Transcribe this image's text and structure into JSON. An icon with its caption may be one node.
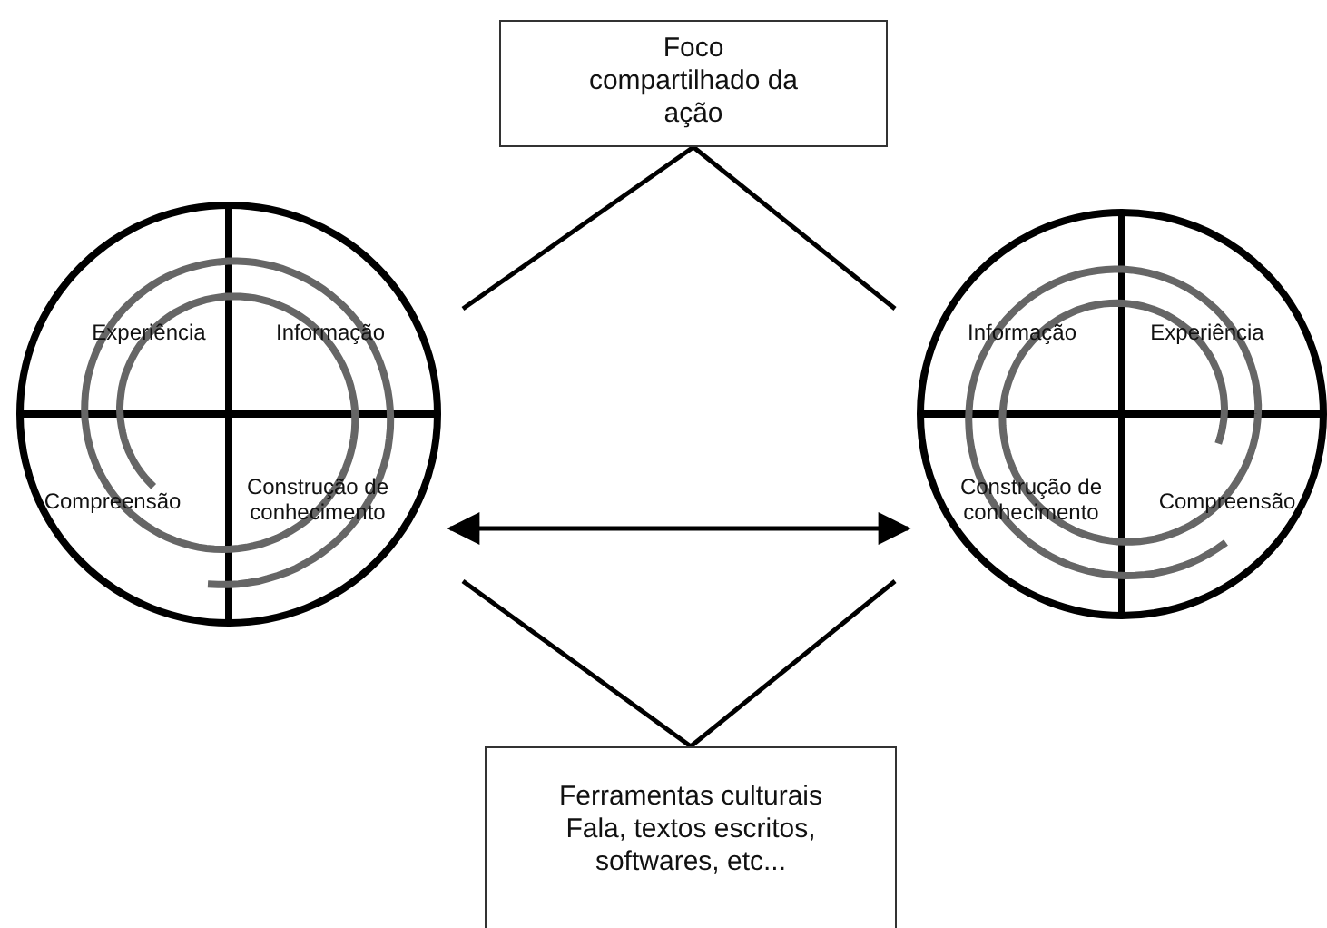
{
  "diagram": {
    "nodes": [
      {
        "text": [
          "Foco compartilhado da ação"
        ]
      },
      {
        "text": [
          "Experiência",
          "Informação",
          "Compreensão",
          "Construção de conhecimento"
        ]
      },
      {
        "text": [
          "Informação",
          "Experiência",
          "Construção de conhecimento",
          "Compreensão"
        ]
      },
      {
        "text": [
          "Ferramentas culturais",
          "Fala, textos escritos, softwares, etc..."
        ]
      }
    ],
    "edges": [
      {
        "from": 1,
        "to": 0,
        "arrow": "none"
      },
      {
        "from": 0,
        "to": 2,
        "arrow": "none"
      },
      {
        "from": 1,
        "to": 2,
        "arrow": "both"
      },
      {
        "from": 1,
        "to": 3,
        "arrow": "none"
      },
      {
        "from": 3,
        "to": 2,
        "arrow": "none"
      }
    ]
  }
}
